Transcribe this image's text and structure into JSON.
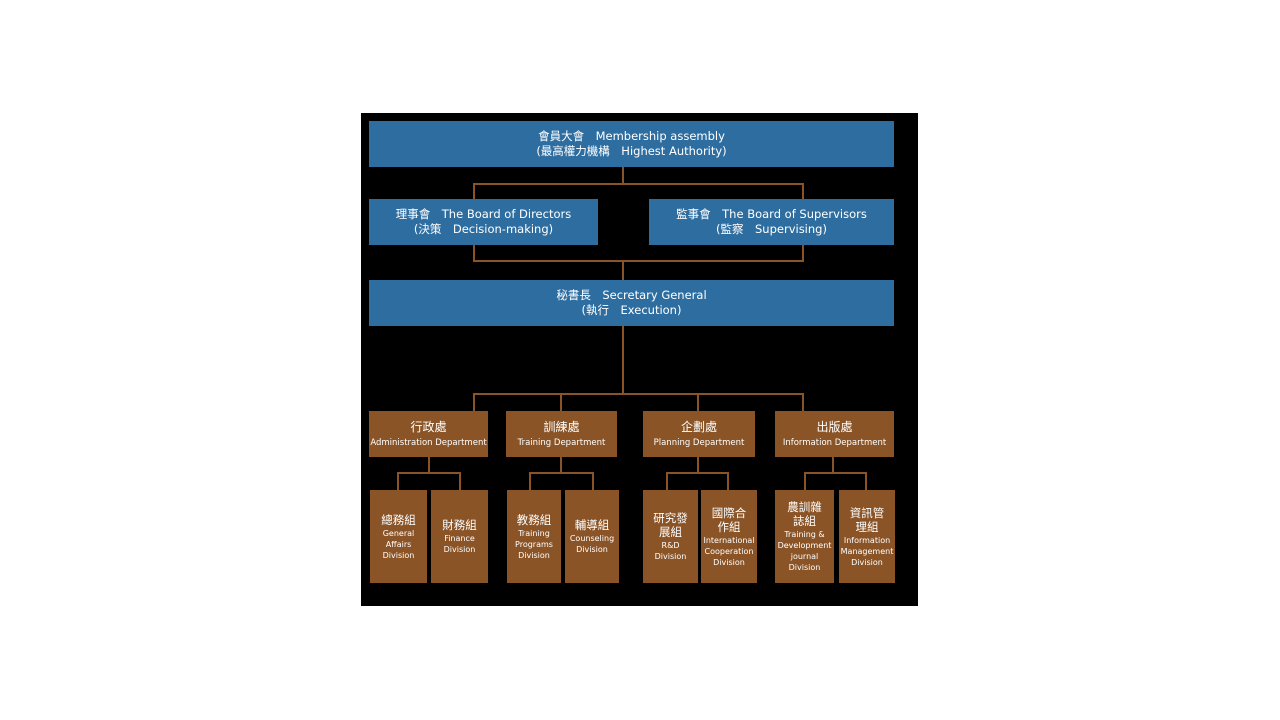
{
  "top": {
    "line1": "會員大會　Membership assembly",
    "line2": "(最高權力機構　Highest Authority)"
  },
  "board": {
    "line1": "理事會　The Board of Directors",
    "line2": "(決策　Decision-making)"
  },
  "supervisors": {
    "line1": "監事會　The Board of Supervisors",
    "line2": "(監察　Supervising)"
  },
  "secretary": {
    "line1": "秘書長　Secretary General",
    "line2": "(執行　Execution)"
  },
  "departments": [
    {
      "zh": "行政處",
      "en": "Administration Department"
    },
    {
      "zh": "訓練處",
      "en": "Training Department"
    },
    {
      "zh": "企劃處",
      "en": "Planning Department"
    },
    {
      "zh": "出版處",
      "en": "Information Department"
    }
  ],
  "divisions": [
    {
      "zh": "總務組",
      "en": "General Affairs Division"
    },
    {
      "zh": "財務組",
      "en": "Finance Division"
    },
    {
      "zh": "教務組",
      "en": "Training Programs Division"
    },
    {
      "zh": "輔導組",
      "en": "Counseling Division"
    },
    {
      "zh": "研究發展組",
      "en": "R&D Division"
    },
    {
      "zh": "國際合作組",
      "en": "International Cooperation Division"
    },
    {
      "zh": "農訓雜誌組",
      "en": "Training & Development journal Division"
    },
    {
      "zh": "資訊管理組",
      "en": "Information Management Division"
    }
  ],
  "colors": {
    "blue": "#2e6da0",
    "brown": "#8a5427",
    "background": "#000000"
  }
}
